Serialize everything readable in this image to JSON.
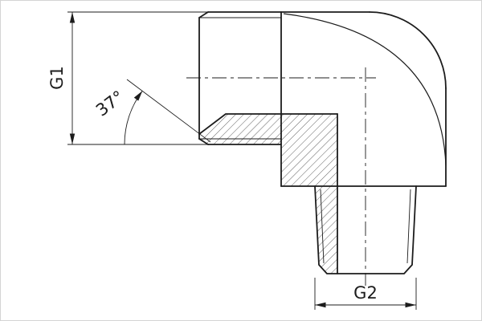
{
  "drawing": {
    "colors": {
      "line": "#1c1c1c",
      "background": "#ffffff"
    },
    "dimensions": {
      "g1": {
        "label": "G1"
      },
      "g2": {
        "label": "G2"
      },
      "flare_angle": {
        "label": "37°"
      }
    }
  }
}
